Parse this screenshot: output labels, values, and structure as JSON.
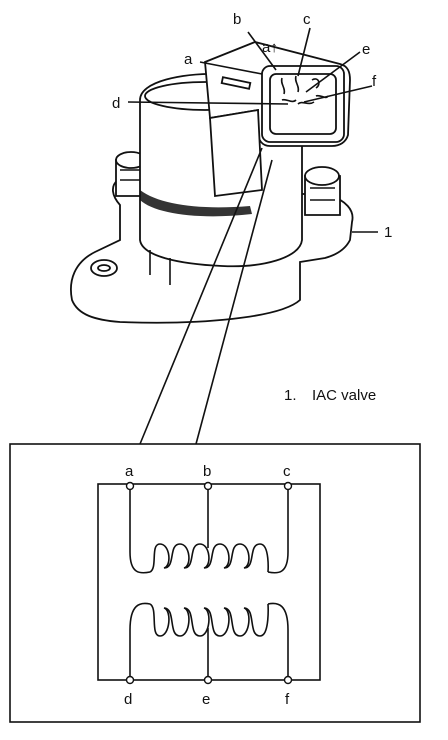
{
  "callouts": {
    "a": "a",
    "b": "b",
    "c": "c",
    "d": "d",
    "e": "e",
    "f": "f",
    "one": "1"
  },
  "legend": {
    "number": "1.",
    "text": "IAC valve"
  },
  "wiring": {
    "top_terminals": [
      "a",
      "b",
      "c"
    ],
    "bottom_terminals": [
      "d",
      "e",
      "f"
    ]
  },
  "connector_marks": "a↑"
}
